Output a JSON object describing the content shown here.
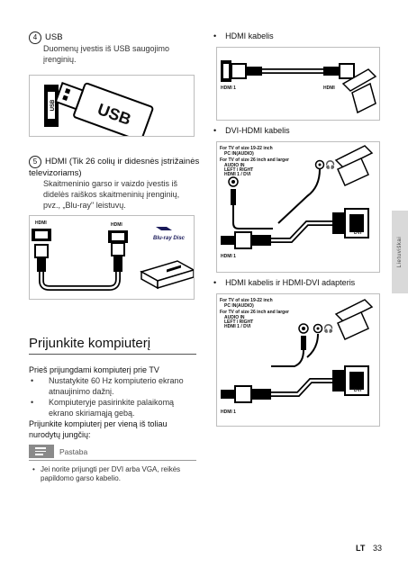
{
  "usb": {
    "num": "4",
    "title": "USB",
    "desc": "Duomenų įvestis iš USB saugojimo įrenginių.",
    "label_side": "USB",
    "label_stick": "USB"
  },
  "hdmi": {
    "num": "5",
    "title": "HDMI (Tik 26 colių ir didesnės įstrižainės televizoriams)",
    "desc": "Skaitmeninio garso ir vaizdo įvestis iš didelės raiškos skaitmeninių įrenginių, pvz., „Blu-ray\" leistuvų.",
    "label_tv": "HDMI",
    "label_player": "HDMI",
    "logo": "Blu-ray Disc"
  },
  "pc_section": {
    "title": "Prijunkite kompiuterį",
    "intro": "Prieš prijungdami kompiuterį prie TV",
    "bullets": [
      "Nustatykite 60 Hz kompiuterio ekrano atnaujinimo dažnį.",
      "Kompiuteryje pasirinkite palaikomą ekrano skiriamąją gebą."
    ],
    "outro": "Prijunkite kompiuterį per vieną iš toliau nurodytų jungčių:"
  },
  "note": {
    "label": "Pastaba",
    "text": "Jei norite prijungti per DVI arba VGA, reikės papildomo garso kabelio."
  },
  "right_col": {
    "hdmi_cable": "HDMI kabelis",
    "hdmi_label_left": "HDMI 1",
    "hdmi_label_right": "HDMI",
    "dvi_hdmi_cable": "DVI-HDMI kabelis",
    "dvi_panel": {
      "line1": "For TV of size 19-22 inch",
      "line2": "PC IN(AUDIO)",
      "line3": "For TV of size 26 inch and larger",
      "line4": "AUDIO IN",
      "line5": "LEFT / RIGHT",
      "line6": "HDMI 1 / DVI",
      "dvi": "DVI",
      "hdmi1": "HDMI 1"
    },
    "hdmi_dvi_adapter": "HDMI kabelis ir HDMI-DVI adapteris",
    "adapter_panel": {
      "line1": "For TV of size 19-22 inch",
      "line2": "PC IN(AUDIO)",
      "line3": "For TV of size 26 inch and larger",
      "line4": "AUDIO IN",
      "line5": "LEFT / RIGHT",
      "line6": "HDMI 1 / DVI",
      "dvi": "DVI",
      "hdmi1": "HDMI 1"
    }
  },
  "side_tab": "Lietuviškai",
  "footer": {
    "lang": "LT",
    "page": "33"
  }
}
